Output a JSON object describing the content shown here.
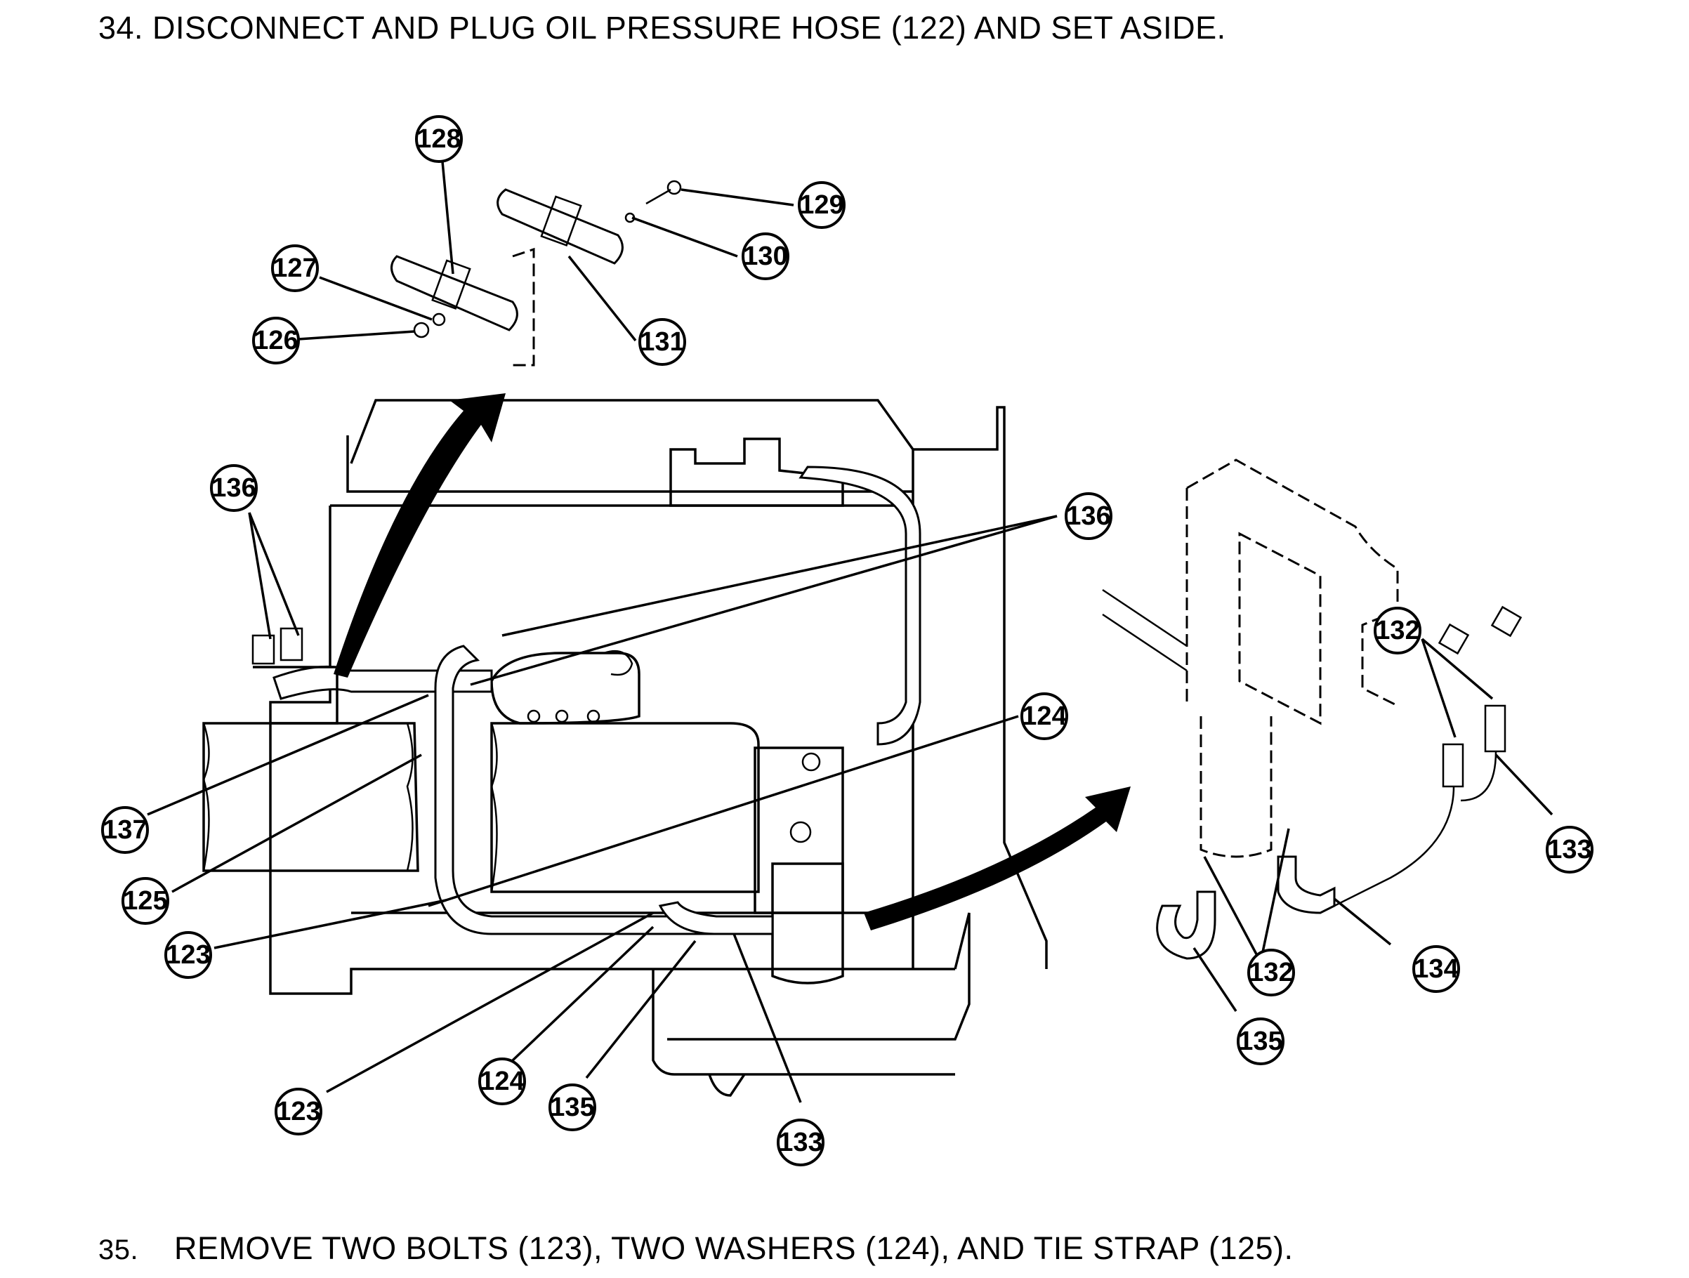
{
  "steps": {
    "step34": "34. DISCONNECT AND PLUG OIL PRESSURE HOSE (122) AND SET ASIDE.",
    "step35_number": "35.",
    "step35_text": "REMOVE TWO BOLTS (123), TWO WASHERS (124), AND TIE STRAP (125)."
  },
  "callouts": {
    "c128": "128",
    "c129": "129",
    "c127": "127",
    "c130": "130",
    "c126": "126",
    "c131": "131",
    "c136_left": "136",
    "c136_right": "136",
    "c124_right": "124",
    "c137": "137",
    "c125": "125",
    "c123_left": "123",
    "c123_bottom": "123",
    "c124_bottom": "124",
    "c135_bottom": "135",
    "c133_bottom": "133",
    "c132_top": "132",
    "c133_right": "133",
    "c132_bottom": "132",
    "c134": "134",
    "c135_right": "135"
  }
}
